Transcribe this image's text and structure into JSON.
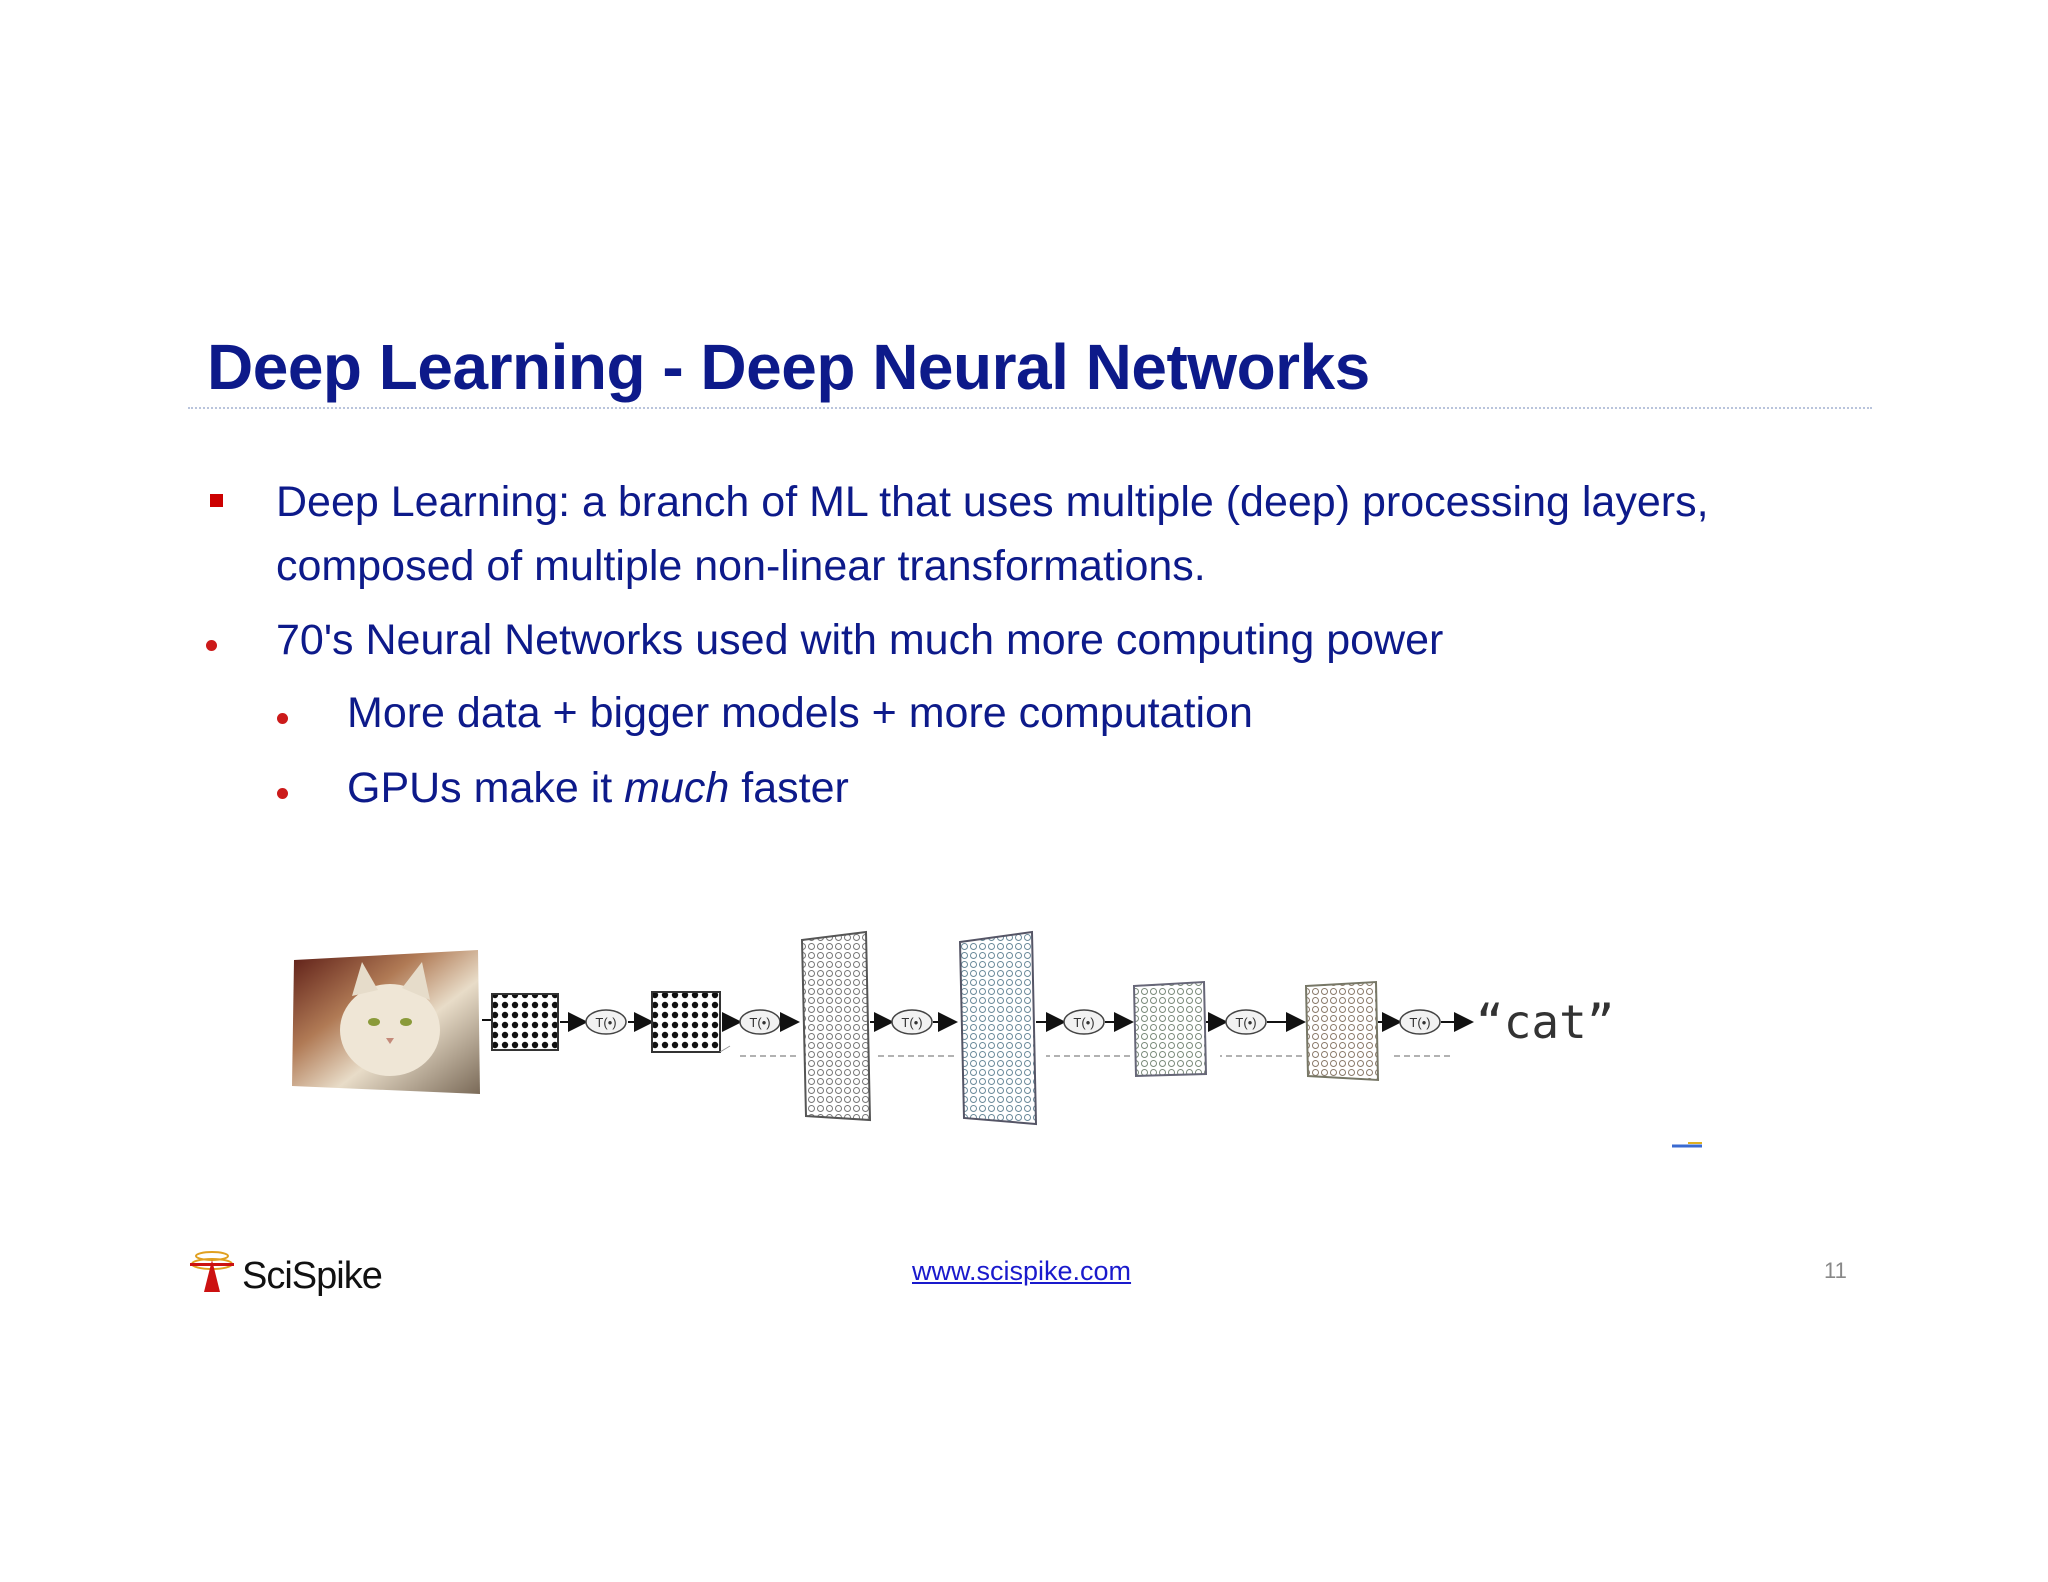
{
  "slide": {
    "title": "Deep Learning  - Deep Neural Networks",
    "bullets": [
      {
        "level": 1,
        "marker": "square",
        "lines": [
          "Deep Learning: a branch of ML that uses multiple (deep) processing layers,",
          "composed of multiple non-linear transformations."
        ]
      },
      {
        "level": 1,
        "marker": "dot",
        "lines": [
          "70's Neural Networks used with much more computing power"
        ]
      },
      {
        "level": 2,
        "marker": "dot",
        "lines": [
          "More data + bigger models + more computation"
        ]
      },
      {
        "level": 2,
        "marker": "dot",
        "prefix": "GPUs make it ",
        "emphasis": "much",
        "suffix": " faster"
      }
    ],
    "figure": {
      "transform_label": "T(•)",
      "output_label": "“cat”"
    },
    "footer": {
      "logo_text": "SciSpike",
      "link": "www.scispike.com",
      "page_number": "11"
    },
    "colors": {
      "title": "#0d1a8a",
      "text": "#0d1a8a",
      "marker": "#cc0000",
      "link": "#1a1acc"
    }
  }
}
